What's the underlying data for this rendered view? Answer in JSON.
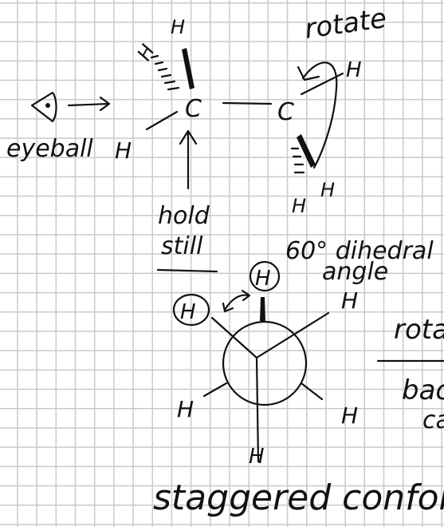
{
  "texts": {
    "rotate_top": "rotate",
    "eyeball": "eyeball",
    "hold_still_1": "hold",
    "hold_still_2": "still",
    "dihedral_1": "60° dihedral",
    "dihedral_2": "angle",
    "rotate_right": "rota",
    "back_1": "bac",
    "back_2": "ca",
    "caption": "staggered conform"
  },
  "atoms": {
    "carbon": "C",
    "hydrogen": "H"
  },
  "newman": {
    "dihedral_angle_deg": 60
  }
}
